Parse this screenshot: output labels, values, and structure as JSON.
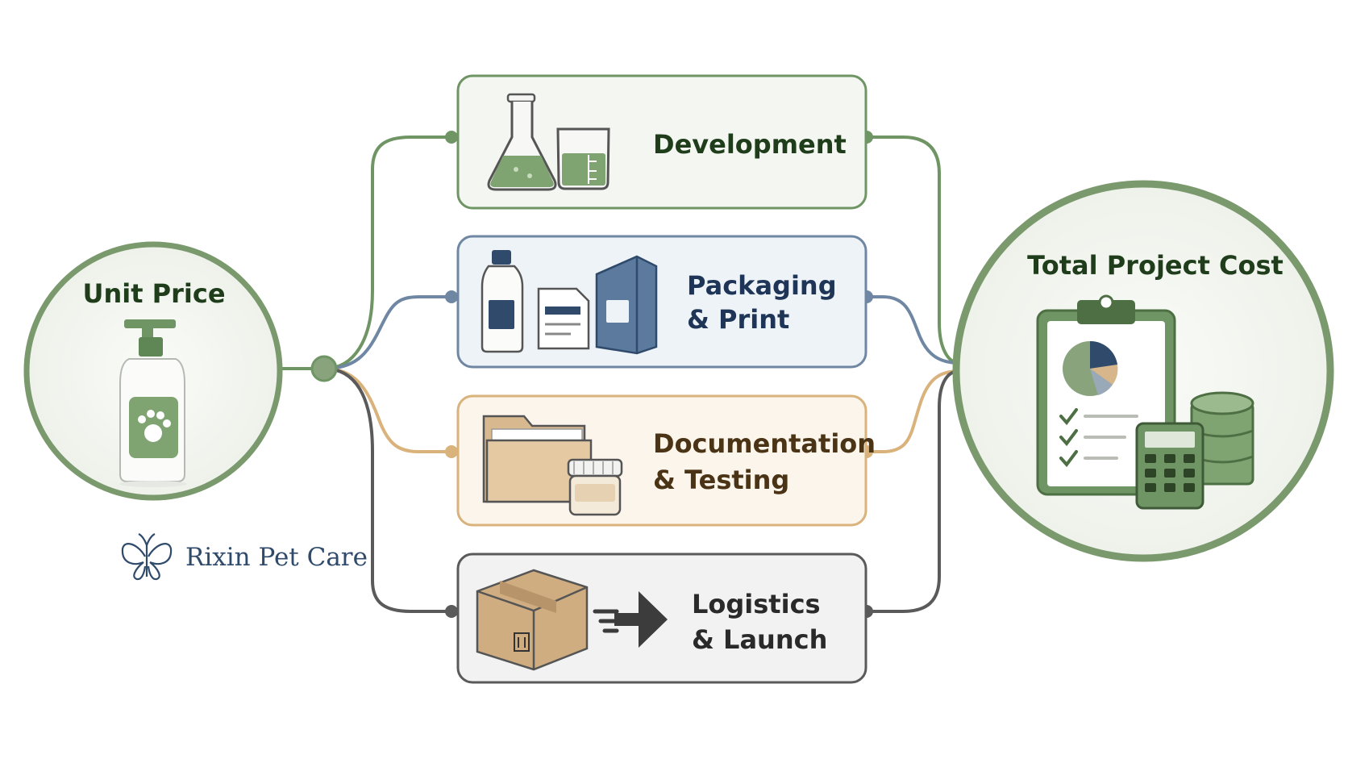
{
  "source": {
    "label": "Unit Price"
  },
  "target": {
    "label": "Total Project Cost"
  },
  "stages": [
    {
      "id": "development",
      "lines": [
        "Development"
      ],
      "color": "#6e9563",
      "fill": "#f3f6f1",
      "text_color": "#1f3d1a"
    },
    {
      "id": "packaging",
      "lines": [
        "Packaging",
        "& Print"
      ],
      "color": "#6f87a3",
      "fill": "#eef3f8",
      "text_color": "#1e3557"
    },
    {
      "id": "documentation",
      "lines": [
        "Documentation",
        "& Testing"
      ],
      "color": "#d9b27c",
      "fill": "#fbf5ec",
      "text_color": "#4a3415"
    },
    {
      "id": "logistics",
      "lines": [
        "Logistics",
        "& Launch"
      ],
      "color": "#5a5a5a",
      "fill": "#f2f2f2",
      "text_color": "#2a2a2a"
    }
  ],
  "brand": {
    "name": "Rixin Pet Care",
    "color": "#2f4a6b"
  },
  "colors": {
    "green": "#6e9563",
    "dark_green": "#1f3d1a",
    "circle_fill": "#f4f6f2"
  }
}
